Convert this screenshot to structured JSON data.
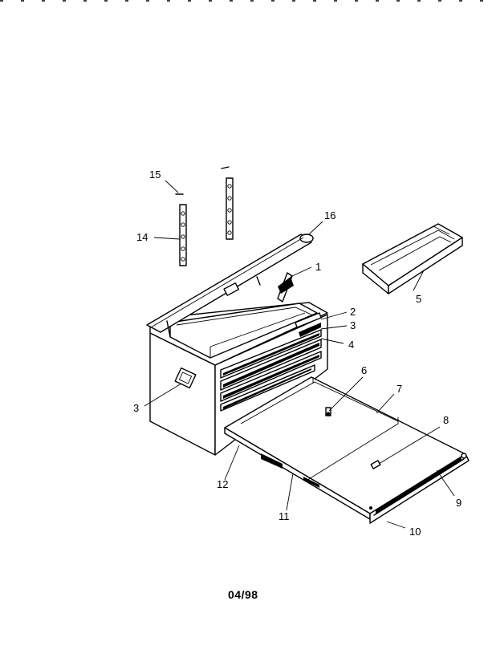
{
  "callouts": {
    "c1": "1",
    "c2": "2",
    "c3a": "3",
    "c3b": "3",
    "c4": "4",
    "c5": "5",
    "c6": "6",
    "c7": "7",
    "c8": "8",
    "c9": "9",
    "c10": "10",
    "c11": "11",
    "c12": "12",
    "c14": "14",
    "c15": "15",
    "c16": "16"
  },
  "footer": {
    "date_code": "04/98"
  }
}
